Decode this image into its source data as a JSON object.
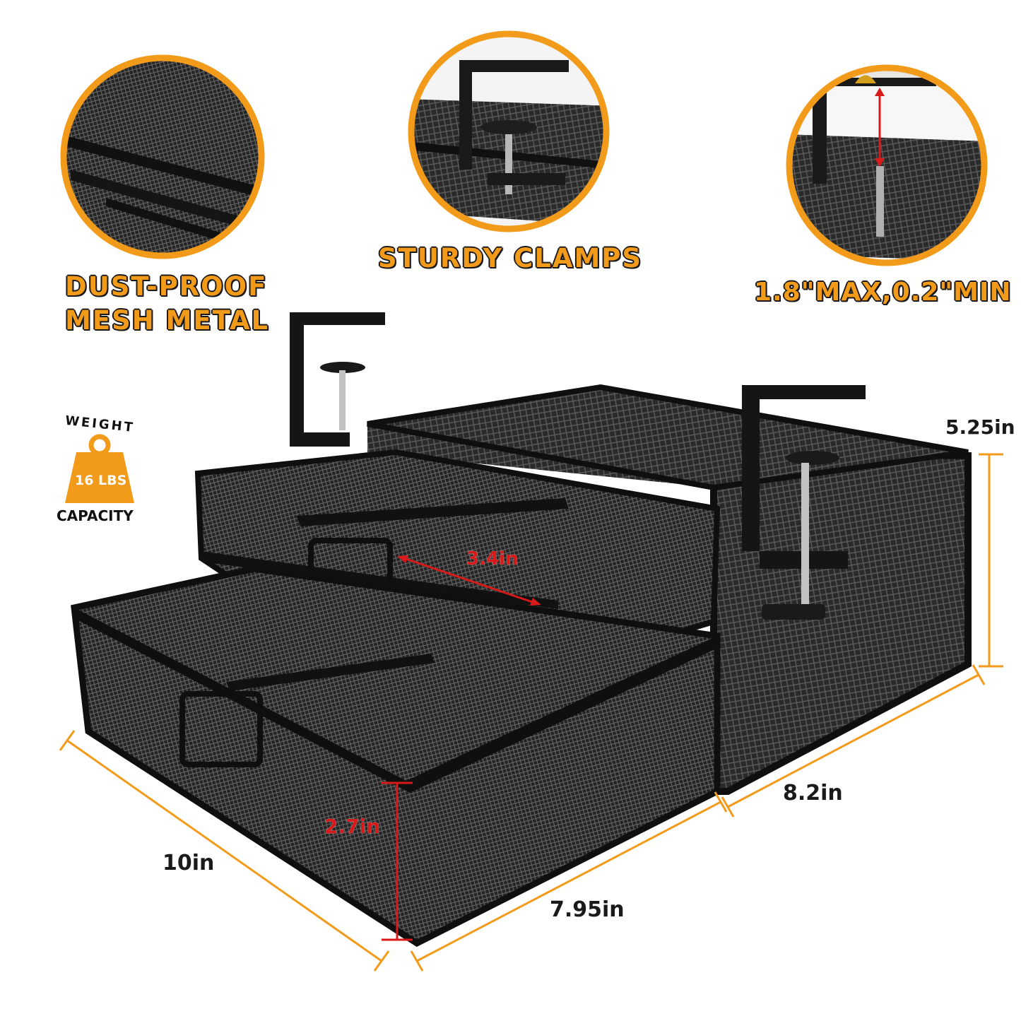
{
  "features": {
    "dust_proof_line1": "DUST-PROOF",
    "dust_proof_line2": "MESH METAL",
    "sturdy_clamps": "STURDY CLAMPS",
    "clamp_range": "1.8\"MAX,0.2\"MIN"
  },
  "weight_badge": {
    "top_text": "WEIGHT",
    "value": "16 LBS",
    "bottom_text": "CAPACITY"
  },
  "dimensions": {
    "height": "5.25in",
    "depth": "8.2in",
    "length": "10in",
    "drawer_width": "7.95in",
    "drawer_height": "2.7in",
    "compartment_width": "3.4in"
  },
  "colors": {
    "accent_orange": "#f29a1a",
    "dimension_line_red": "#d81a1a",
    "product_black": "#1c1c1c"
  }
}
